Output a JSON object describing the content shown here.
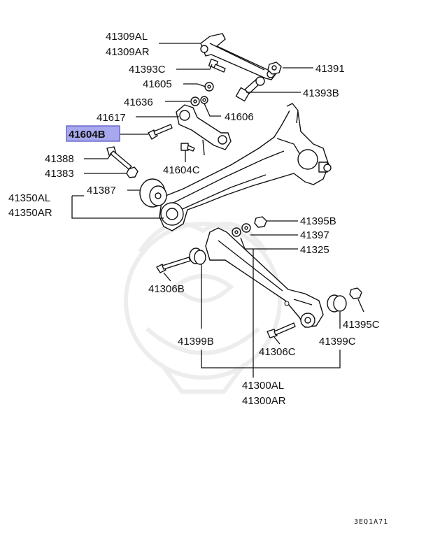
{
  "labels": {
    "p41309AL": "41309AL",
    "p41309AR": "41309AR",
    "p41391": "41391",
    "p41393C": "41393C",
    "p41605": "41605",
    "p41393B": "41393B",
    "p41636": "41636",
    "p41606": "41606",
    "p41617": "41617",
    "p41604B": "41604B",
    "p41388": "41388",
    "p41604C": "41604C",
    "p41383": "41383",
    "p41387": "41387",
    "p41350AL": "41350AL",
    "p41350AR": "41350AR",
    "p41395B": "41395B",
    "p41397": "41397",
    "p41325": "41325",
    "p41306B": "41306B",
    "p41399B": "41399B",
    "p41306C": "41306C",
    "p41399C": "41399C",
    "p41395C": "41395C",
    "p41300AL": "41300AL",
    "p41300AR": "41300AR"
  },
  "highlighted_part": "41604B",
  "diagram_code": "3EQ1A71",
  "colors": {
    "highlight_fill": "#a8a8ee",
    "line": "#111111"
  }
}
